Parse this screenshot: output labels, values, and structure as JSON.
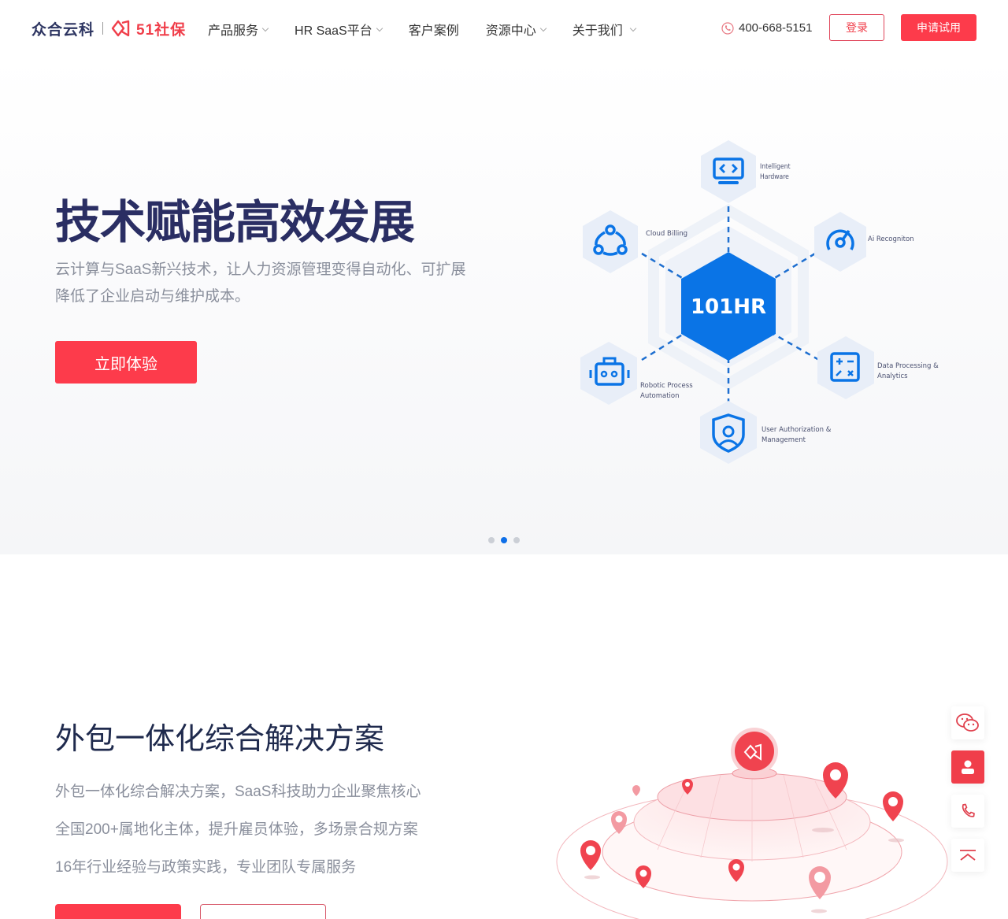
{
  "header": {
    "logo_primary": "众合云科",
    "logo_secondary": "51社保",
    "nav": [
      {
        "label": "产品服务",
        "has_dropdown": true
      },
      {
        "label": "HR SaaS平台",
        "has_dropdown": true
      },
      {
        "label": "客户案例",
        "has_dropdown": false
      },
      {
        "label": "资源中心",
        "has_dropdown": true
      },
      {
        "label": "关于我们",
        "has_dropdown": true
      }
    ],
    "phone": "400-668-5151",
    "login_label": "登录",
    "trial_label": "申请试用"
  },
  "hero": {
    "title": "技术赋能高效发展",
    "subtitle_line1": "云计算与SaaS新兴技术，让人力资源管理变得自动化、可扩展",
    "subtitle_line2": "降低了企业启动与维护成本。",
    "cta_label": "立即体验",
    "diagram": {
      "center": "101HR",
      "nodes": [
        {
          "label_1": "Intelligent",
          "label_2": "Hardware",
          "icon": "monitor-code-icon"
        },
        {
          "label_1": "Cloud Billing",
          "label_2": "",
          "icon": "share-nodes-icon"
        },
        {
          "label_1": "Ai Recogniton",
          "label_2": "",
          "icon": "gauge-icon"
        },
        {
          "label_1": "Robotic Process",
          "label_2": "Automation",
          "icon": "robot-icon"
        },
        {
          "label_1": "Data Processing &",
          "label_2": "Analytics",
          "icon": "calculator-icon"
        },
        {
          "label_1": "User Authorization &",
          "label_2": "Management",
          "icon": "shield-user-icon"
        }
      ]
    },
    "carousel": {
      "count": 3,
      "active": 1
    }
  },
  "section2": {
    "title": "外包一体化综合解决方案",
    "lines": [
      "外包一体化综合解决方案，SaaS科技助力企业聚焦核心",
      "全国200+属地化主体，提升雇员体验，多场景合规方案",
      "16年行业经验与政策实践，专业团队专属服务"
    ]
  },
  "float_bar": [
    {
      "icon": "wechat-icon",
      "active": false
    },
    {
      "icon": "user-icon",
      "active": true
    },
    {
      "icon": "phone-icon",
      "active": false
    },
    {
      "icon": "back-to-top-icon",
      "active": false
    }
  ],
  "colors": {
    "brand_red": "#fd3b4b",
    "navy": "#2a2e63",
    "blue": "#0e6fe8",
    "muted": "#8a8f9c"
  }
}
